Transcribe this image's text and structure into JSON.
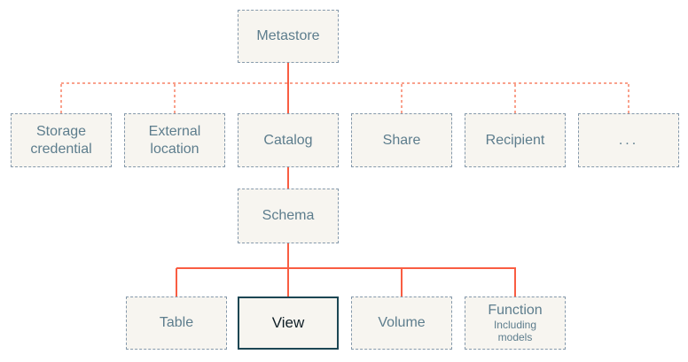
{
  "palette": {
    "background": "#ffffff",
    "box_fill": "#f7f5f0",
    "box_border": "#8599ab",
    "label_color": "#5d7d8d",
    "highlight_border": "#1c4653",
    "highlight_text": "#0f1e26",
    "line_solid": "#f95d42",
    "line_dashed": "#f9a18c"
  },
  "nodes": {
    "metastore": {
      "label": "Metastore"
    },
    "level2": [
      {
        "label": "Storage credential"
      },
      {
        "label": "External location"
      },
      {
        "label": "Catalog"
      },
      {
        "label": "Share"
      },
      {
        "label": "Recipient"
      },
      {
        "label": "..."
      }
    ],
    "schema": {
      "label": "Schema"
    },
    "level4": [
      {
        "label": "Table"
      },
      {
        "label": "View",
        "highlighted": true
      },
      {
        "label": "Volume"
      },
      {
        "label": "Function",
        "sublabel": "Including models"
      }
    ]
  }
}
